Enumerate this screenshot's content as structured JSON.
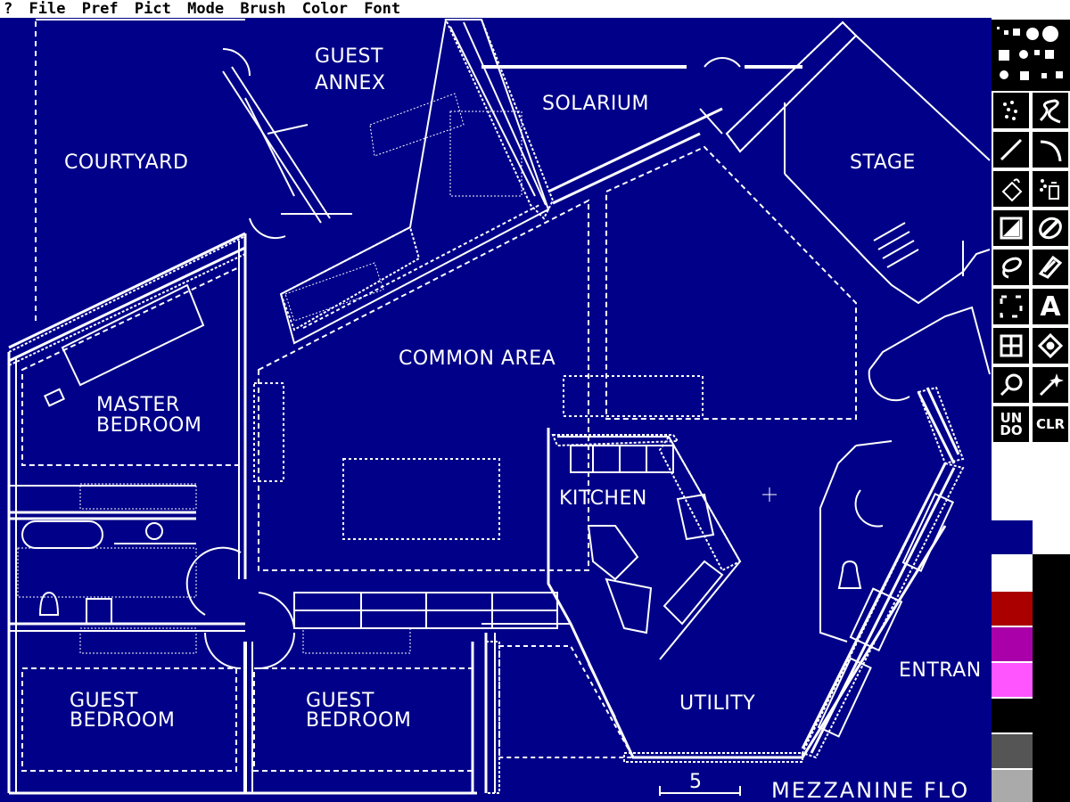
{
  "menu": [
    "?",
    "File",
    "Pref",
    "Pict",
    "Mode",
    "Brush",
    "Color",
    "Font"
  ],
  "rooms": {
    "guest_annex_1": "GUEST",
    "guest_annex_2": "ANNEX",
    "solarium": "SOLARIUM",
    "courtyard": "COURTYARD",
    "stage": "STAGE",
    "common_area": "COMMON AREA",
    "master_1": "MASTER",
    "master_2": "BEDROOM",
    "kitchen": "KITCHEN",
    "utility": "UTILITY",
    "entrance": "ENTRAN",
    "guest1_1": "GUEST",
    "guest1_2": "BEDROOM",
    "guest2_1": "GUEST",
    "guest2_2": "BEDROOM"
  },
  "scale_label": "5",
  "floor_label": "MEZZANINE FLO",
  "tools": {
    "undo": "UN DO",
    "clear": "CLR",
    "text_tool": "A"
  },
  "palette": {
    "colors": [
      "#000088",
      "#ffffff",
      "#aa0000",
      "#aa00aa",
      "#ff55ff",
      "#000000",
      "#555555",
      "#aaaaaa"
    ],
    "current_fg": "#000088"
  },
  "icons": [
    "brush-shapes-icon",
    "spray-icon",
    "freehand-icon",
    "line-icon",
    "arc-icon",
    "fill-icon",
    "spray-can-icon",
    "rectangle-icon",
    "ellipse-icon",
    "lasso-icon",
    "polygon-icon",
    "selection-icon",
    "text-icon",
    "grid-icon",
    "symmetry-icon",
    "magnify-icon",
    "magic-icon"
  ]
}
